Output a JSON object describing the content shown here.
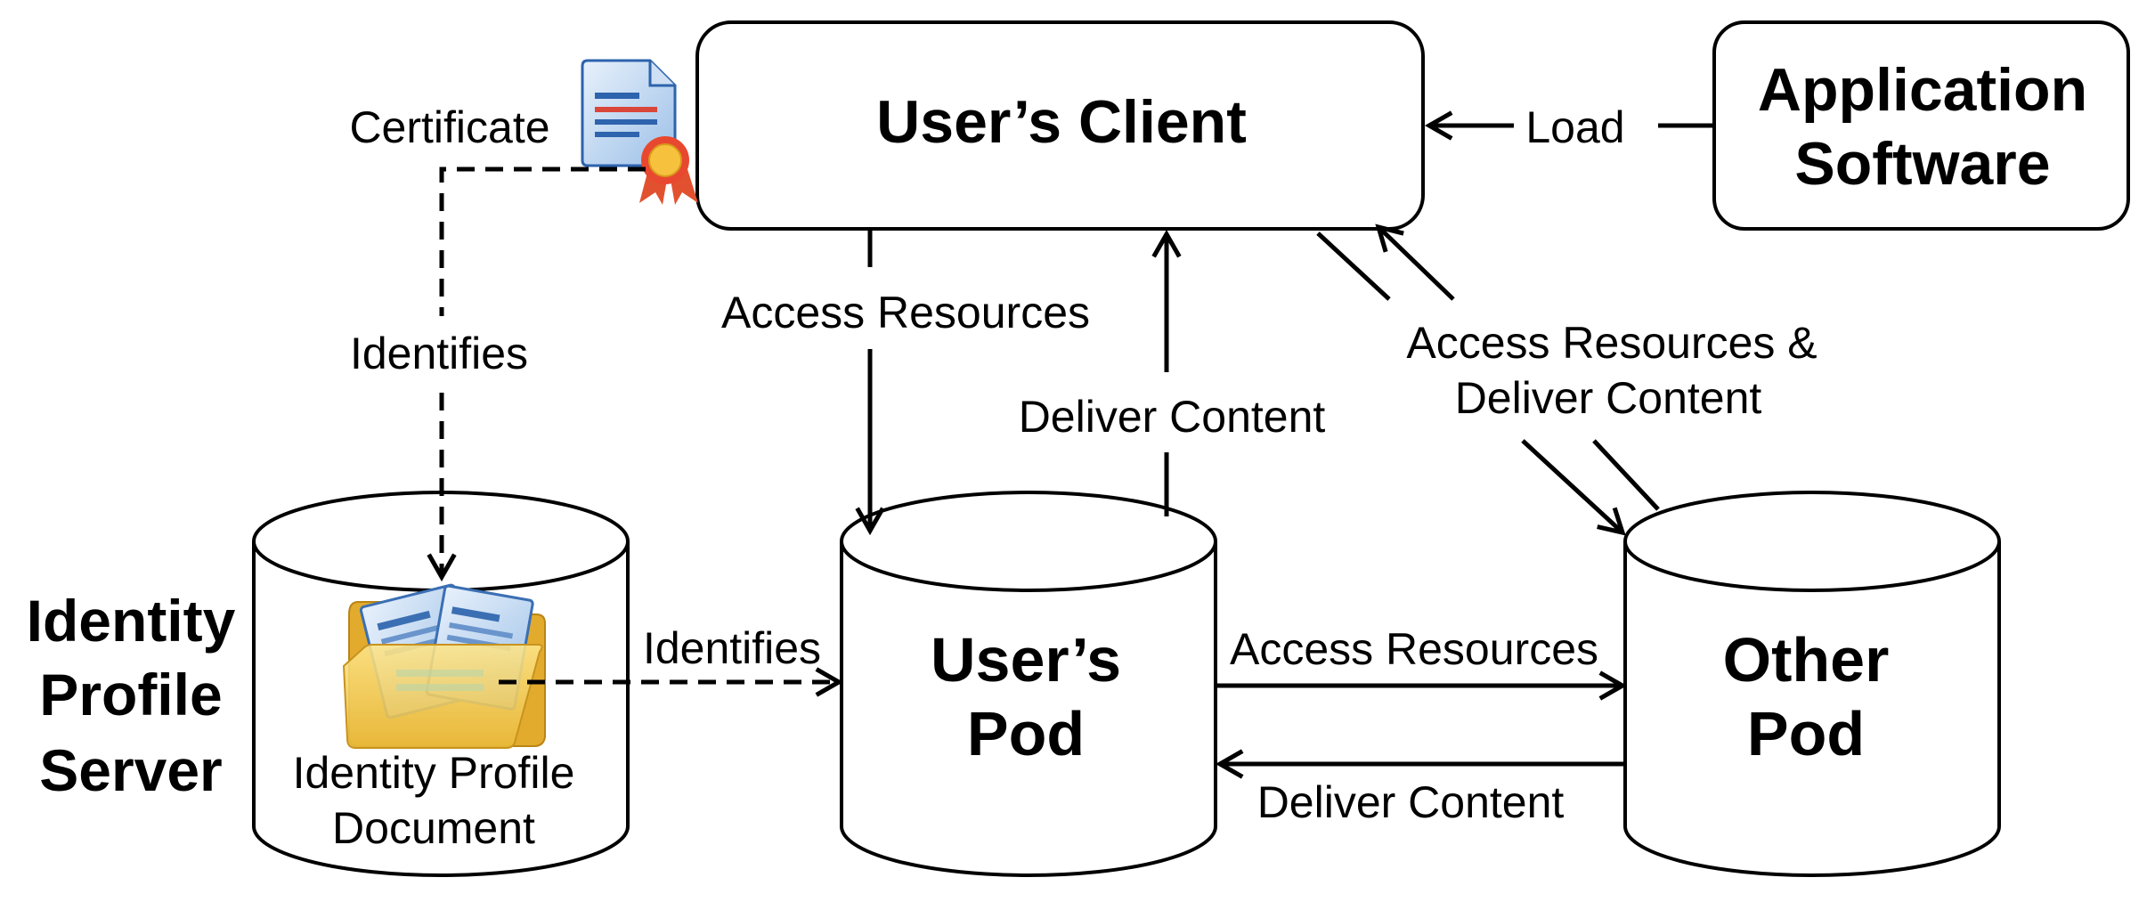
{
  "nodes": {
    "users_client": "User’s Client",
    "application_software": [
      "Application",
      "Software"
    ],
    "identity_profile_server": [
      "Identity",
      "Profile",
      "Server"
    ],
    "identity_profile_document": [
      "Identity Profile",
      "Document"
    ],
    "users_pod": [
      "User’s",
      "Pod"
    ],
    "other_pod": [
      "Other",
      "Pod"
    ]
  },
  "edges": {
    "load": "Load",
    "certificate": "Certificate",
    "identifies_vertical": "Identifies",
    "identifies_horizontal": "Identifies",
    "access_resources_client_to_pod": "Access Resources",
    "deliver_content_pod_to_client": "Deliver Content",
    "access_deliver_other": [
      "Access Resources &",
      "Deliver Content"
    ],
    "access_resources_pod_to_other": "Access Resources",
    "deliver_content_other_to_pod": "Deliver Content"
  },
  "icons": {
    "certificate": "certificate-document-icon",
    "folder": "folder-documents-icon"
  }
}
